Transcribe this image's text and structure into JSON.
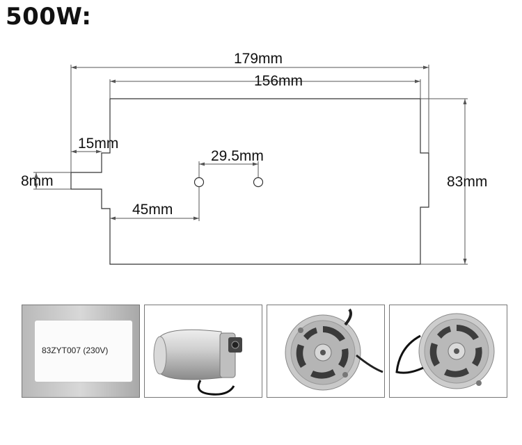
{
  "title": "500W:",
  "dimensions": {
    "overall_width": "179mm",
    "body_width": "156mm",
    "step_width": "15mm",
    "hole_spacing": "29.5mm",
    "tab_height": "8mm",
    "hole_offset": "45mm",
    "height": "83mm"
  },
  "photos": [
    {
      "label_text": "83ZYT007 (230V)"
    }
  ]
}
